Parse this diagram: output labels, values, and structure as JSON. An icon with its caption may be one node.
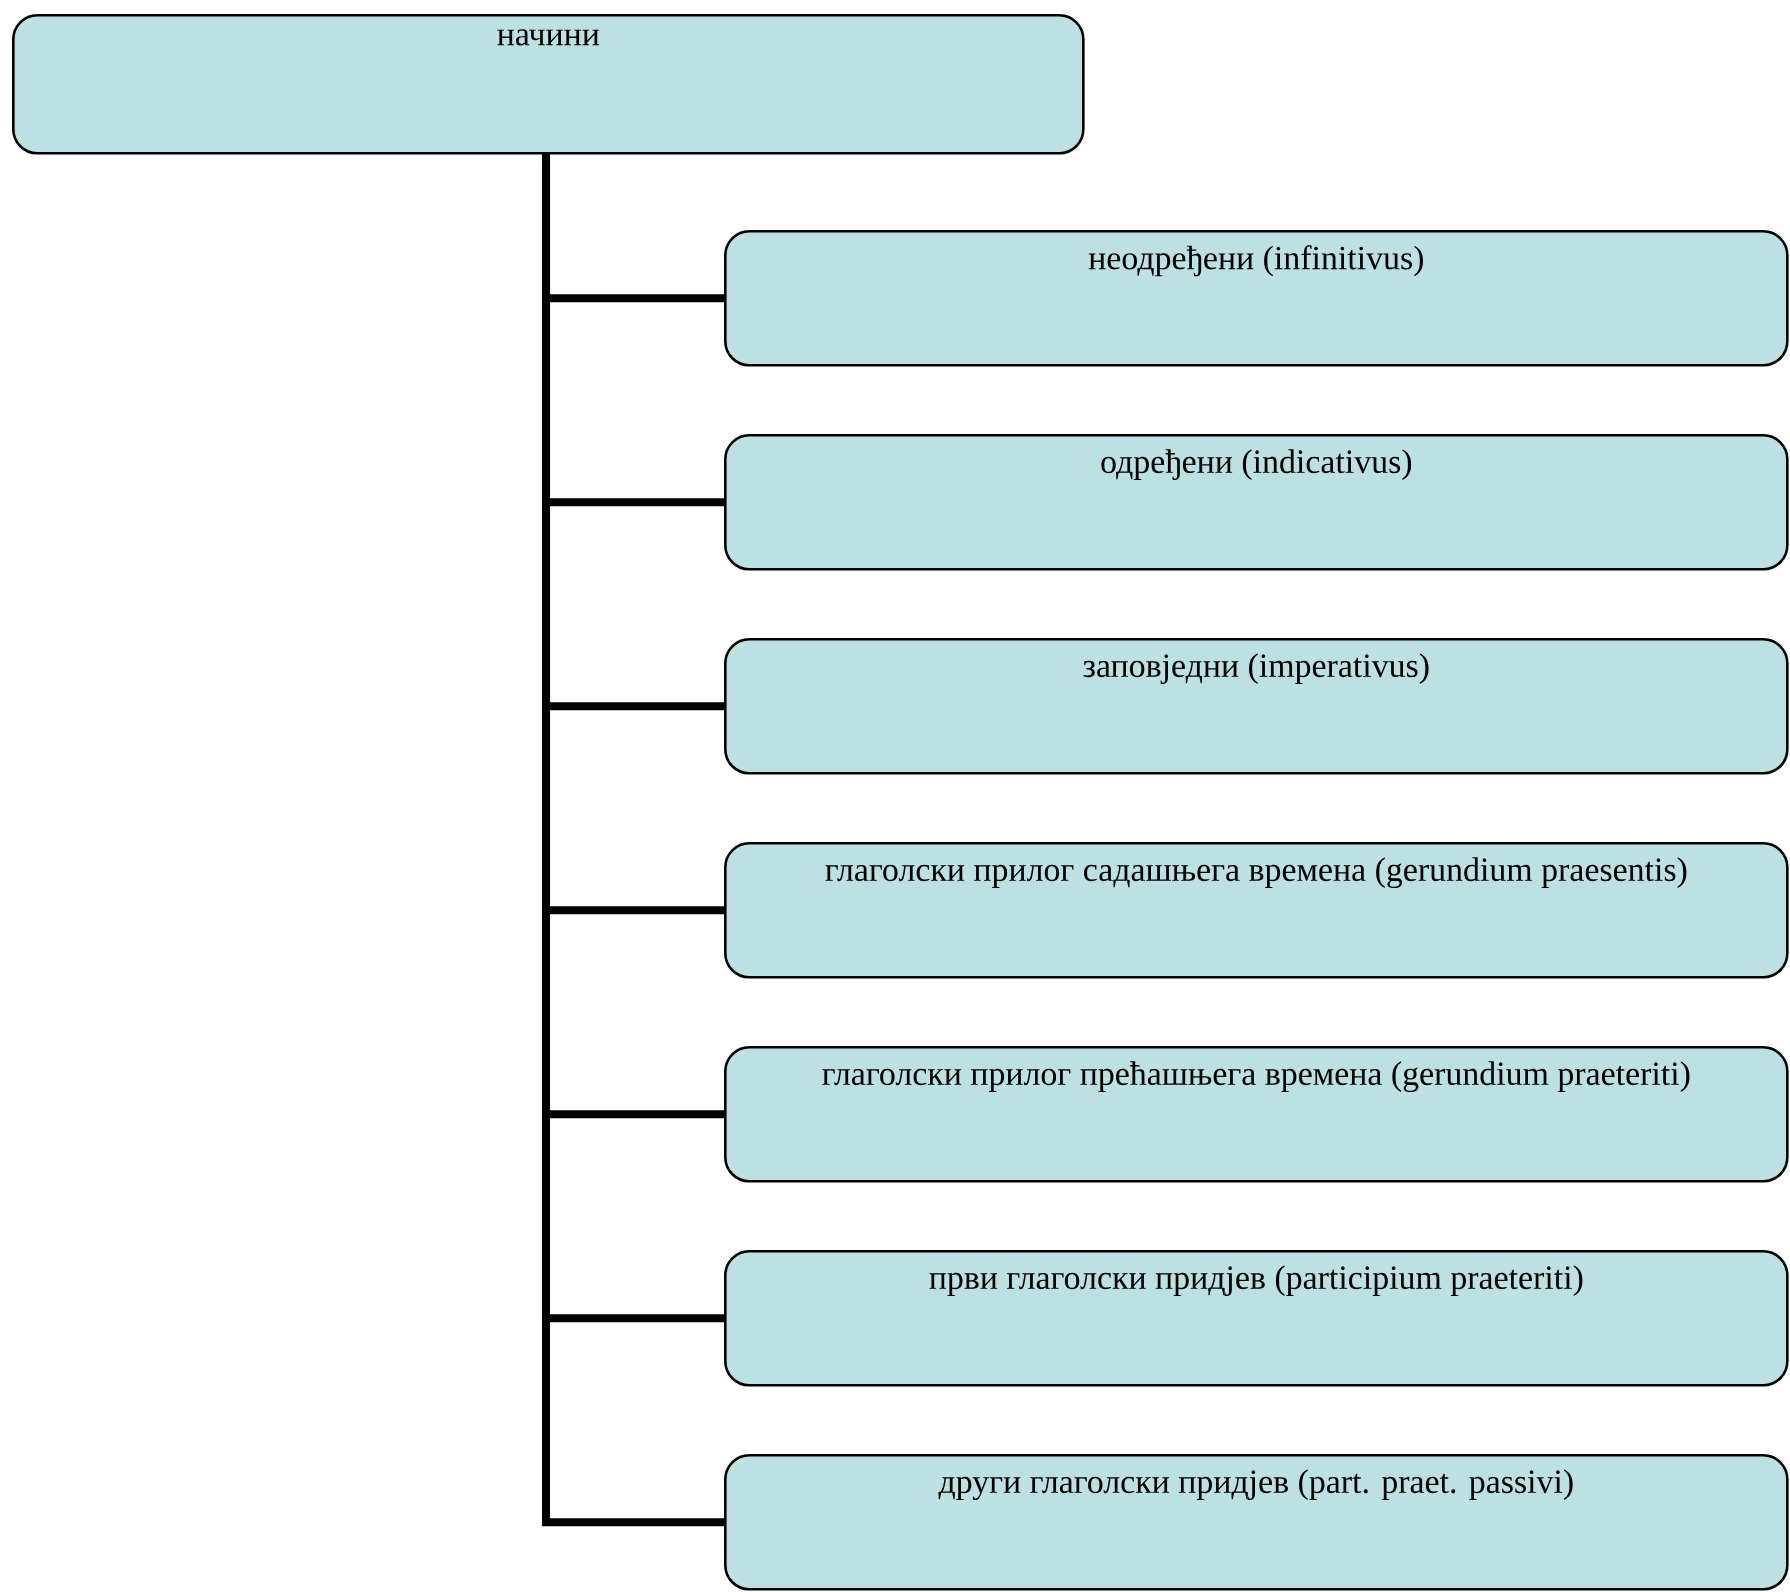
{
  "diagram": {
    "nodes": [
      {
        "text": [
          "начини"
        ]
      },
      {
        "text": [
          "неодређени (infinitivus)"
        ]
      },
      {
        "text": [
          "одређени (indicativus)"
        ]
      },
      {
        "text": [
          "заповједни (imperativus)"
        ]
      },
      {
        "text": [
          "глаголски прилог садашњега времена (gerundium praesentis)"
        ]
      },
      {
        "text": [
          "глаголски прилог прећашњега времена (gerundium praeteriti)"
        ]
      },
      {
        "text": [
          "први глаголски придјев (participium praeteriti)"
        ]
      },
      {
        "text": [
          "други глаголски придјев (part. praet. passivi)"
        ]
      }
    ],
    "edges": [
      {
        "from": 0,
        "to": 1,
        "arrow": "none"
      },
      {
        "from": 0,
        "to": 2,
        "arrow": "none"
      },
      {
        "from": 0,
        "to": 3,
        "arrow": "none"
      },
      {
        "from": 0,
        "to": 4,
        "arrow": "none"
      },
      {
        "from": 0,
        "to": 5,
        "arrow": "none"
      },
      {
        "from": 0,
        "to": 6,
        "arrow": "none"
      },
      {
        "from": 0,
        "to": 7,
        "arrow": "none"
      }
    ]
  }
}
